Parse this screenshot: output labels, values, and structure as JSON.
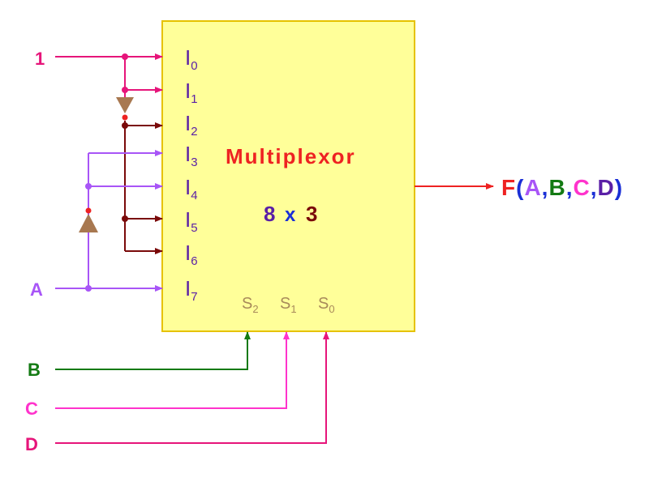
{
  "inputs": {
    "one": "1",
    "a": "A",
    "b": "B",
    "c": "C",
    "d": "D"
  },
  "block": {
    "title": "Multiplexor",
    "size_left": "8",
    "size_x": "x",
    "size_right": "3"
  },
  "data_pins": [
    {
      "letter": "I",
      "sub": "0"
    },
    {
      "letter": "I",
      "sub": "1"
    },
    {
      "letter": "I",
      "sub": "2"
    },
    {
      "letter": "I",
      "sub": "3"
    },
    {
      "letter": "I",
      "sub": "4"
    },
    {
      "letter": "I",
      "sub": "5"
    },
    {
      "letter": "I",
      "sub": "6"
    },
    {
      "letter": "I",
      "sub": "7"
    }
  ],
  "select_pins": [
    {
      "letter": "S",
      "sub": "2"
    },
    {
      "letter": "S",
      "sub": "1"
    },
    {
      "letter": "S",
      "sub": "0"
    }
  ],
  "output": {
    "f": "F",
    "open": "(",
    "a": "A",
    "c1": ",",
    "b": "B",
    "c2": ",",
    "c": "C",
    "c3": ",",
    "d": "D",
    "close": ")"
  },
  "colors": {
    "block_fill": "#ffff99",
    "block_stroke": "#e6c200",
    "one_wire": "#e6157a",
    "inverted_one_wire": "#7a0a0a",
    "a_wire": "#a855f7",
    "b_wire": "#137a13",
    "c_wire": "#ff33cc",
    "d_wire": "#e6157a",
    "output_wire": "#ee2222",
    "inverter": "#a87850",
    "title": "#ee2222"
  }
}
